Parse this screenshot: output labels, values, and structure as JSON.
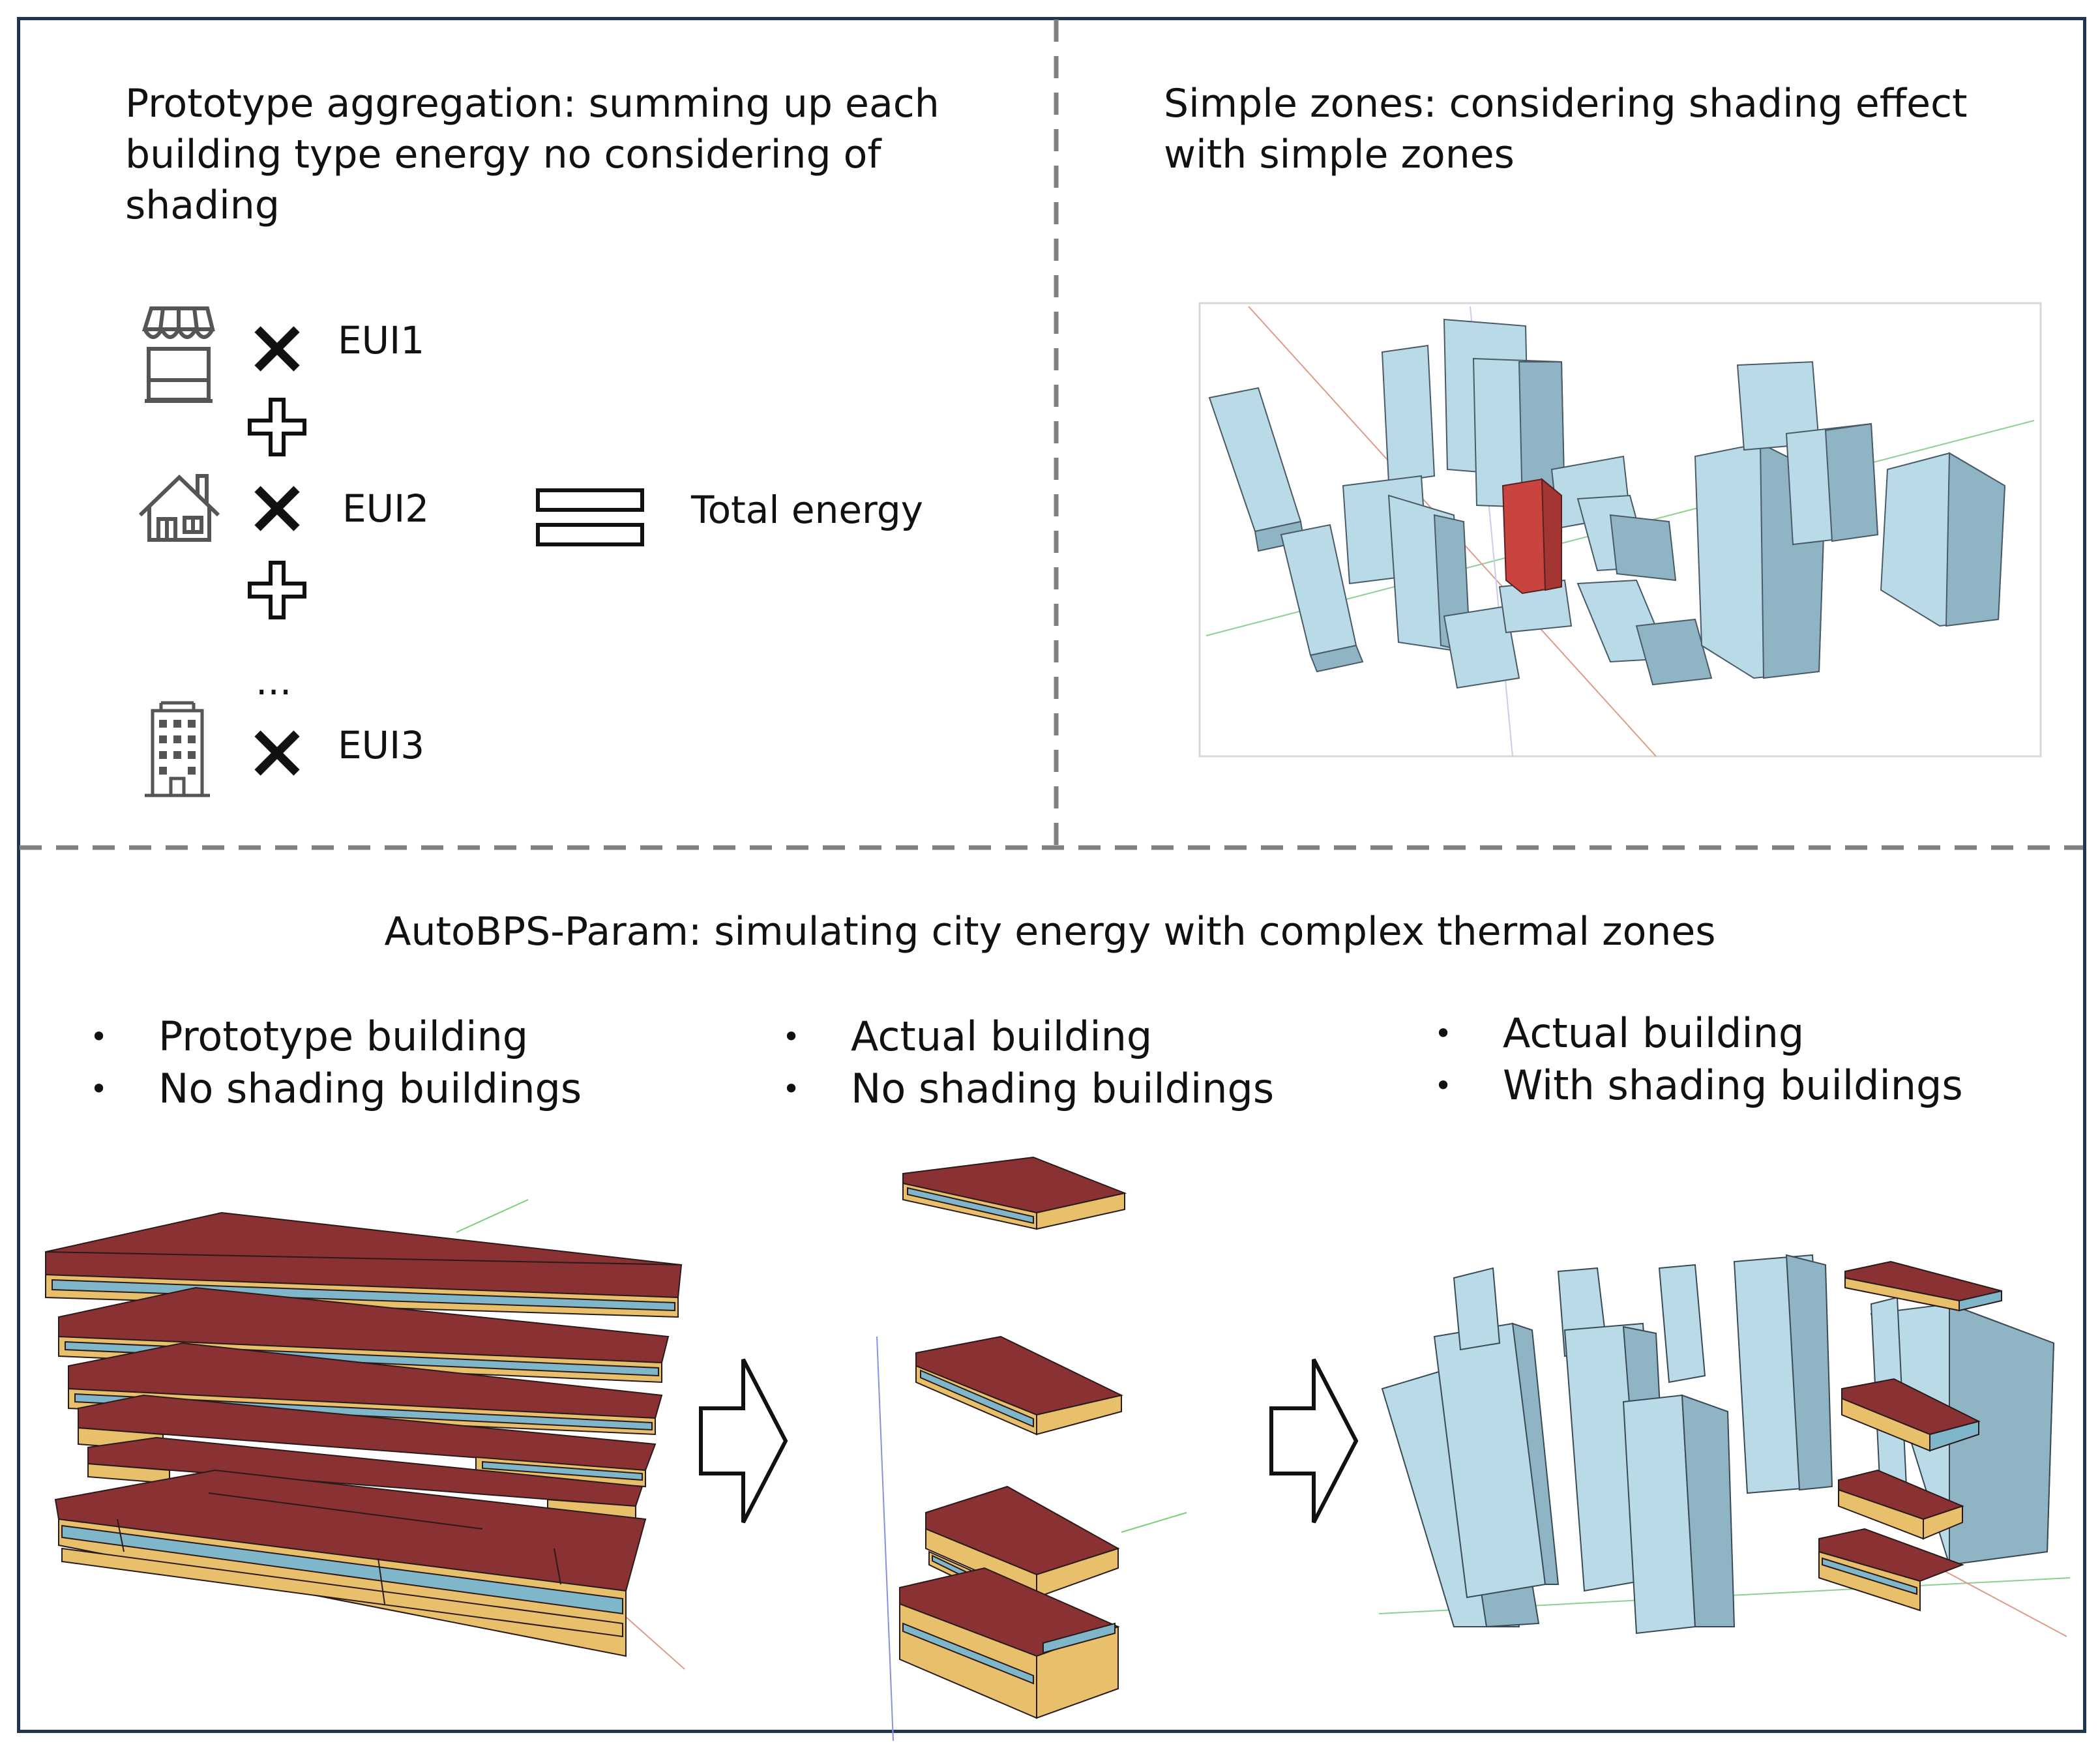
{
  "prototype_panel": {
    "title": "Prototype aggregation: summing up each building type energy no considering of shading",
    "rows": [
      {
        "icon": "store-icon",
        "label": "EUI1"
      },
      {
        "icon": "house-icon",
        "label": "EUI2"
      },
      {
        "icon": "office-building-icon",
        "label": "EUI3"
      }
    ],
    "ellipsis": "...",
    "result_label": "Total energy"
  },
  "simple_zones_panel": {
    "title": "Simple zones: considering shading effect with simple zones"
  },
  "autobps_panel": {
    "title": "AutoBPS-Param: simulating city energy with complex thermal zones",
    "columns": [
      {
        "bullets": [
          "Prototype building",
          "No shading buildings"
        ]
      },
      {
        "bullets": [
          "Actual building",
          "No shading buildings"
        ]
      },
      {
        "bullets": [
          "Actual building",
          "With shading buildings"
        ]
      }
    ]
  },
  "colors": {
    "frame": "#1f3550",
    "divider": "#808080",
    "slab_top": "#8a3133",
    "slab_edge": "#e8bf6a",
    "window_band": "#7fb6c9",
    "context_building": "#b9dbe8",
    "context_building_dark": "#8fb4c4",
    "target_building": "#c9443f"
  }
}
